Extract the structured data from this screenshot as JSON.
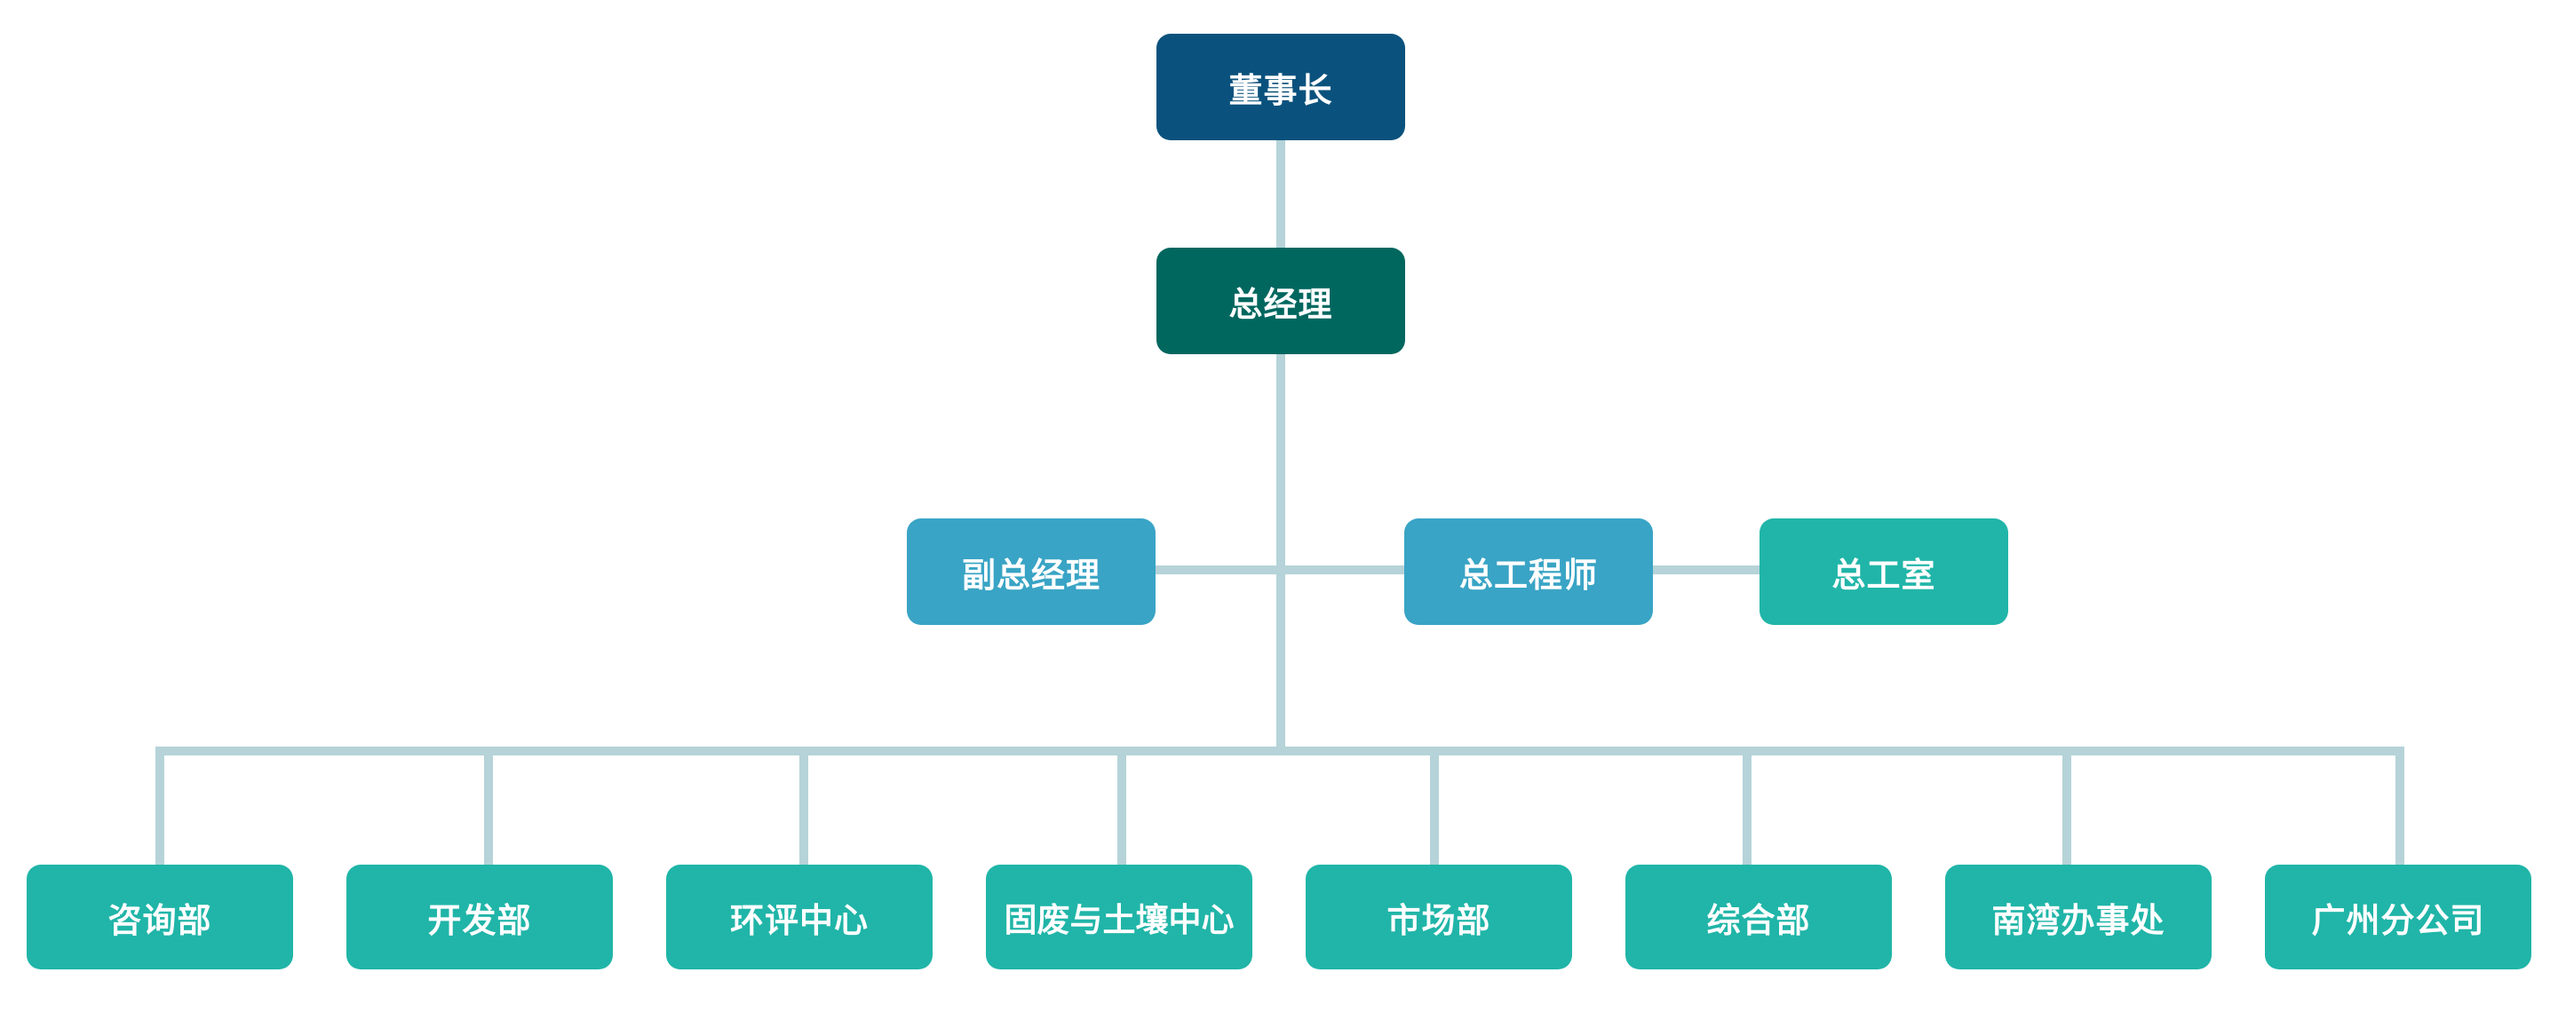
{
  "colors": {
    "chairman": "#0a527d",
    "general_manager": "#00675f",
    "manager_blue": "#39a4c5",
    "teal": "#20b5a8",
    "connector": "#b5d3d8"
  },
  "org": {
    "chairman": "董事长",
    "general_manager": "总经理",
    "deputy_general_manager": "副总经理",
    "chief_engineer": "总工程师",
    "chief_engineer_office": "总工室",
    "departments": [
      "咨询部",
      "开发部",
      "环评中心",
      "固废与土壤中心",
      "市场部",
      "综合部",
      "南湾办事处",
      "广州分公司"
    ]
  }
}
